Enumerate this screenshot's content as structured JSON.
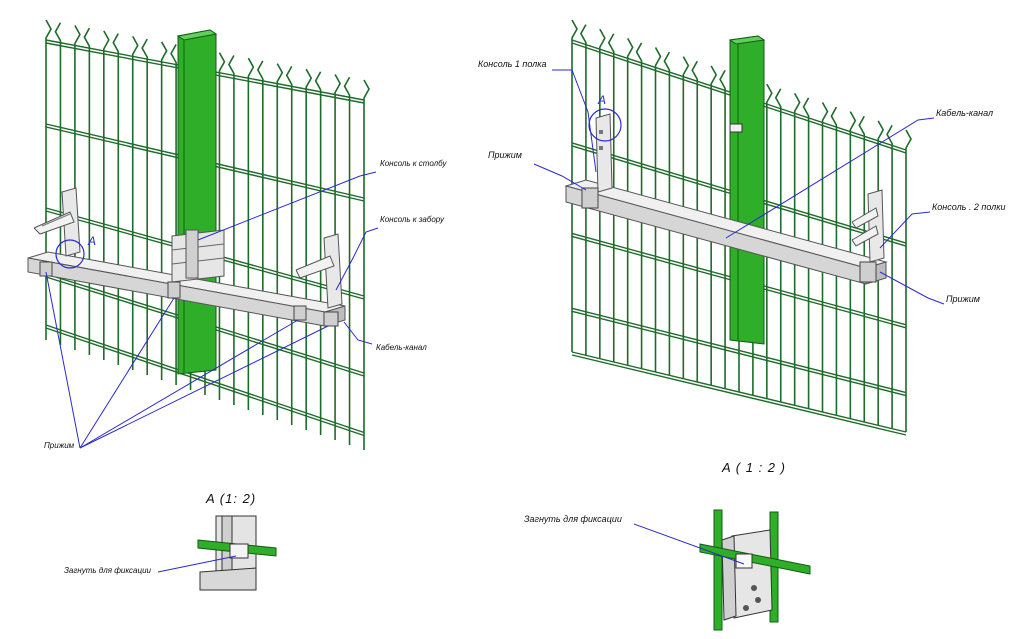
{
  "colors": {
    "mesh": "#1e6b2a",
    "post": "#2fae2a",
    "post_dark": "#1f8a1c",
    "channel": "#e6e6e6",
    "channel_edge": "#6a6a6a",
    "leader": "#2a2ad0"
  },
  "left": {
    "labels": {
      "console_post": "Консоль к столбу",
      "console_fence": "Консоль  к забору",
      "cable_channel": "Кабель-канал",
      "clamp": "Прижим",
      "detail_marker": "A"
    },
    "detail": {
      "title": "A (1: 2)",
      "note": "Загнуть для фиксации"
    }
  },
  "right": {
    "labels": {
      "console_1": "Консоль 1 полка",
      "cable_channel": "Кабель-канал",
      "clamp_top": "Прижим",
      "console_2": "Консоль . 2 полки",
      "clamp_bottom": "Прижим",
      "detail_marker": "A"
    },
    "detail": {
      "title": "A ( 1 : 2 )",
      "note": "Загнуть для фиксации"
    }
  }
}
